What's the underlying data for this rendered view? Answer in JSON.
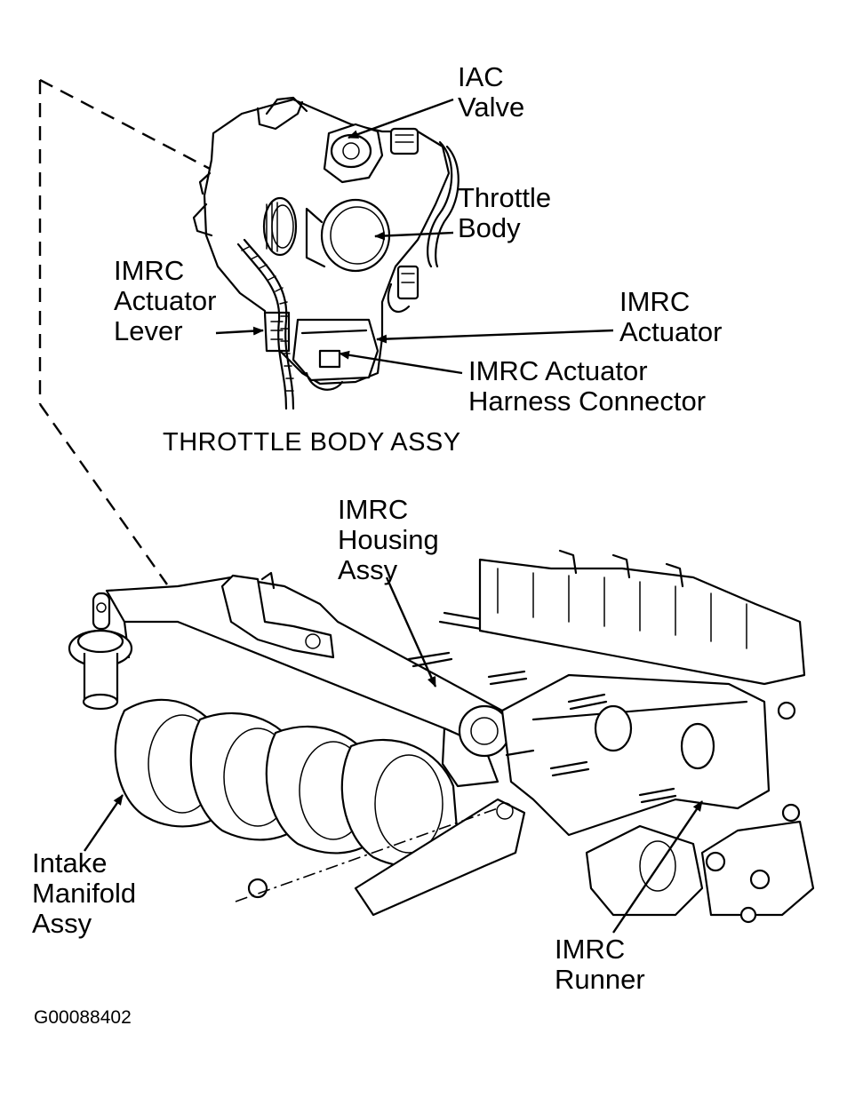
{
  "labels": {
    "iac_valve": [
      "IAC",
      "Valve"
    ],
    "throttle_body": [
      "Throttle",
      "Body"
    ],
    "imrc_actuator_lever": [
      "IMRC",
      "Actuator",
      "Lever"
    ],
    "imrc_actuator": [
      "IMRC",
      "Actuator"
    ],
    "imrc_actuator_harness_connector": [
      "IMRC Actuator",
      "Harness Connector"
    ],
    "throttle_body_assy_caption": "THROTTLE BODY ASSY",
    "imrc_housing_assy": [
      "IMRC",
      "Housing",
      "Assy"
    ],
    "intake_manifold_assy": [
      "Intake",
      "Manifold",
      "Assy"
    ],
    "imrc_runner": [
      "IMRC",
      "Runner"
    ],
    "figure_code": "G00088402"
  }
}
